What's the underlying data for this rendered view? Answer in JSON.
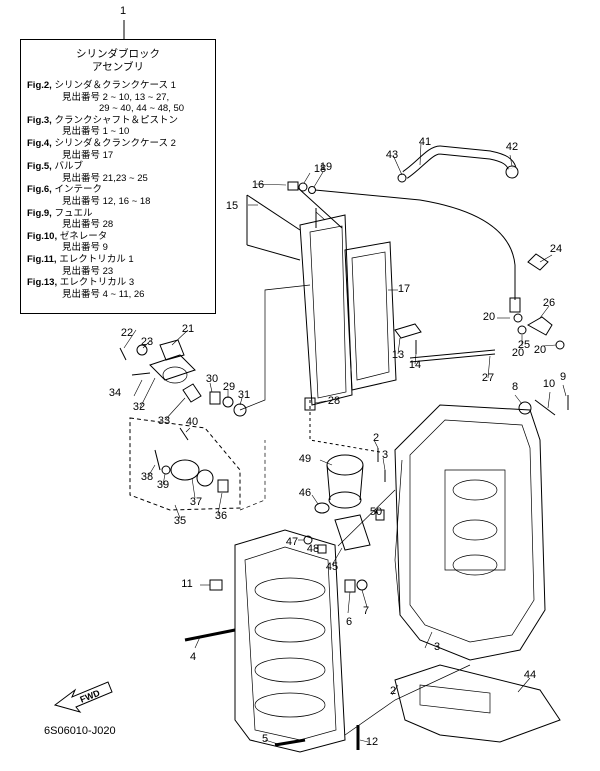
{
  "top_ref": "1",
  "legend": {
    "title_line1": "シリンダブロック",
    "title_line2": "アセンブリ",
    "refs": [
      {
        "fig": "Fig.2,",
        "text": "シリンダ＆クランクケース 1",
        "lines": [
          "見出番号 2 ~ 10, 13 ~ 27,",
          "29 ~ 40, 44 ~ 48, 50"
        ]
      },
      {
        "fig": "Fig.3,",
        "text": "クランクシャフト＆ピストン",
        "lines": [
          "見出番号 1 ~ 10"
        ]
      },
      {
        "fig": "Fig.4,",
        "text": "シリンダ＆クランクケース 2",
        "lines": [
          "見出番号 17"
        ]
      },
      {
        "fig": "Fig.5,",
        "text": "バルブ",
        "lines": [
          "見出番号 21,23 ~ 25"
        ]
      },
      {
        "fig": "Fig.6,",
        "text": "インテーク",
        "lines": [
          "見出番号 12, 16 ~ 18"
        ]
      },
      {
        "fig": "Fig.9,",
        "text": "フュエル",
        "lines": [
          "見出番号 28"
        ]
      },
      {
        "fig": "Fig.10,",
        "text": "ゼネレータ",
        "lines": [
          "見出番号 9"
        ]
      },
      {
        "fig": "Fig.11,",
        "text": "エレクトリカル 1",
        "lines": [
          "見出番号 23"
        ]
      },
      {
        "fig": "Fig.13,",
        "text": "エレクトリカル 3",
        "lines": [
          "見出番号 4 ~ 11, 26"
        ]
      }
    ]
  },
  "fwd_label": "FWD",
  "drawing_code": "6S06010-J020",
  "callouts": [
    "2",
    "2",
    "3",
    "3",
    "4",
    "5",
    "6",
    "7",
    "8",
    "9",
    "10",
    "11",
    "12",
    "13",
    "14",
    "15",
    "16",
    "17",
    "18",
    "19",
    "20",
    "20",
    "20",
    "21",
    "22",
    "23",
    "24",
    "25",
    "26",
    "27",
    "28",
    "29",
    "30",
    "31",
    "32",
    "33",
    "34",
    "35",
    "36",
    "37",
    "38",
    "39",
    "40",
    "41",
    "42",
    "43",
    "44",
    "45",
    "46",
    "47",
    "48",
    "49",
    "50"
  ]
}
